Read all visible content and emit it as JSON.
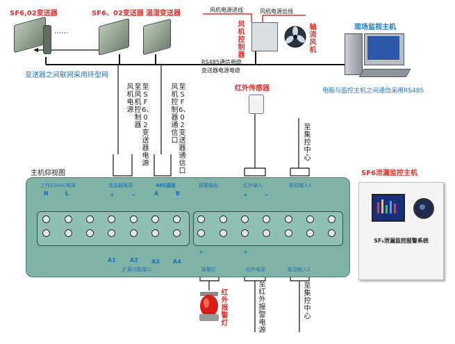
{
  "top": {
    "sf6_transmitter_left": "SF6,02变送器",
    "sf6_transmitter_mid": "SF6、02变送器",
    "humidity_transmitter": "温湿变送器",
    "dots": "……",
    "ring_note": "变送器之间联网采用环型网",
    "fan_power_in": "风机电源进线",
    "fan_power_out": "风机电源出线",
    "fan_controller": "风机控制器",
    "axial_fan": "轴流风机",
    "rs485_cable": "RS485通信电缆",
    "transmitter_power_cable": "变送器电源电缆",
    "site_host": "现场监视主机",
    "pc_note": "电脑与监控主机之间通信采用RS485",
    "ir_sensor": "红外传感器"
  },
  "vertical_labels": {
    "fan_power": "风机电源",
    "fan_controller": "至风机控制器",
    "sf6_power": "至SF6、02变送器电源",
    "fan_comm": "风机控制器通信口",
    "sf6_comm": "至SF6、02变送器通信口",
    "to_center_top": "至集控中心",
    "to_ir_alarm": "至红外报警电源",
    "to_center_bottom": "至集控中心",
    "ir_alarm_light": "红外报警灯"
  },
  "panel": {
    "title": "主机仰视图",
    "power_label": "工作220AC电源",
    "N": "N",
    "L": "L",
    "transmitter_power": "变送器电源",
    "rs485": "485通信",
    "A": "A",
    "B": "B",
    "alarm_out": "报警输出",
    "ir_input": "红外输入",
    "linkage_in1": "联动输入1",
    "plus": "+",
    "minus": "−",
    "A1": "A1",
    "A2": "A2",
    "A3": "A3",
    "A4": "A4",
    "expansion": "扩展功能接口",
    "alarm_light": "报警灯",
    "ir_power": "红外电源",
    "linkage_in2": "联动输入2"
  },
  "host": {
    "title": "SF6泄漏监控主机",
    "screen_label": "SF₆泄漏监控报警系统"
  }
}
